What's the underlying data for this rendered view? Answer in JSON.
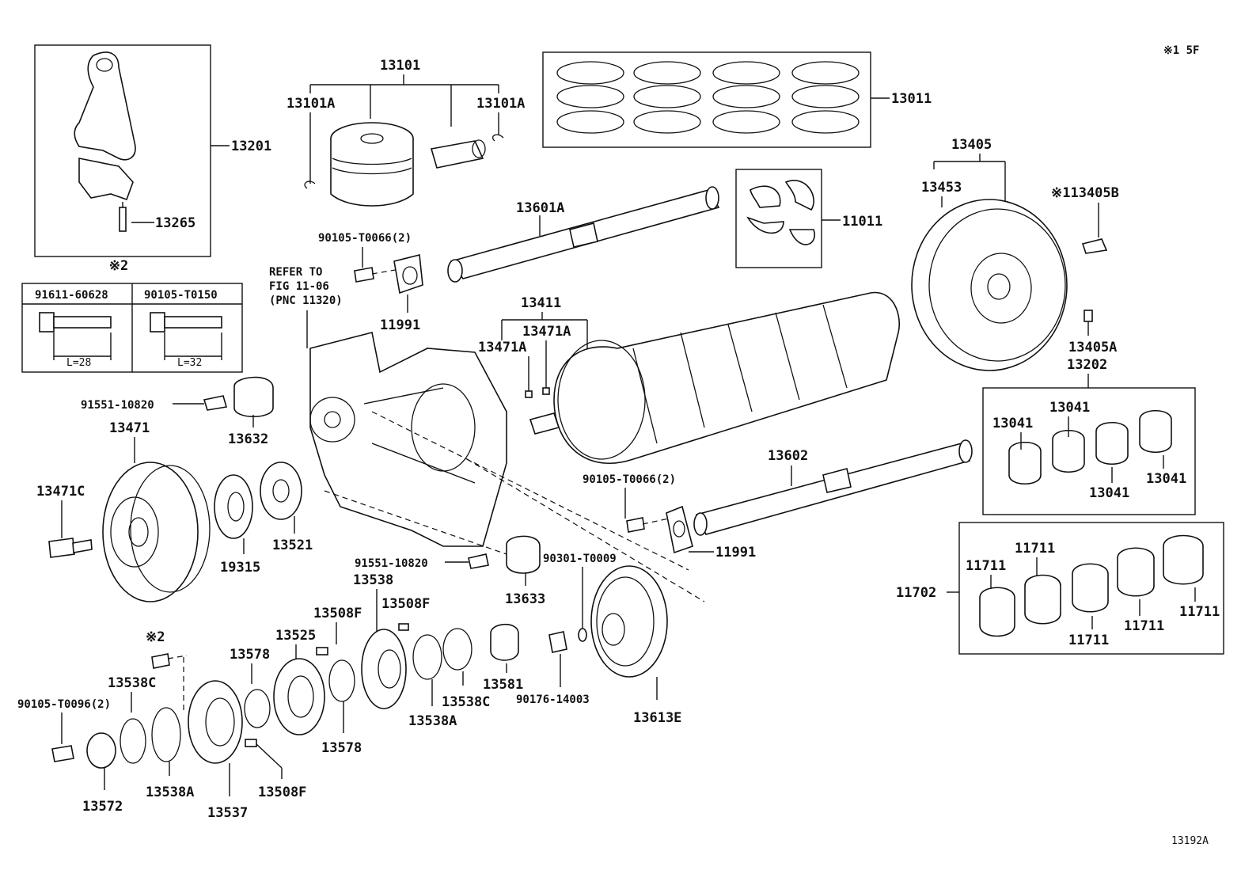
{
  "corner_code": "※1 5F",
  "figure_id": "13192A",
  "conrod_box": {
    "assembly": "13201",
    "bolt": "13265",
    "note": "※2",
    "table": {
      "col1_part": "91611-60628",
      "col2_part": "90105-T0150",
      "col1_len": "L=28",
      "col2_len": "L=32"
    }
  },
  "refer": {
    "line1": "REFER TO",
    "line2": "FIG 11-06",
    "line3": "(PNC 11320)"
  },
  "labels": {
    "p13101": "13101",
    "p13101A_left": "13101A",
    "p13101A_right": "13101A",
    "p13011": "13011",
    "p13405": "13405",
    "p13453": "13453",
    "p13405B": "※113405B",
    "p13601A": "13601A",
    "p11011": "11011",
    "p90105_top": "90105-T0066(2)",
    "p11991_top": "11991",
    "p13411": "13411",
    "p13471A_a": "13471A",
    "p13471A_b": "13471A",
    "p13405A": "13405A",
    "p13202": "13202",
    "p13041_a": "13041",
    "p13041_b": "13041",
    "p13041_c": "13041",
    "p13041_d": "13041",
    "p91551_top": "91551-10820",
    "p13632": "13632",
    "p13471": "13471",
    "p13471C": "13471C",
    "p19315": "19315",
    "p13521": "13521",
    "p13602": "13602",
    "p90105_mid": "90105-T0066(2)",
    "p11991_mid": "11991",
    "p11711_a": "11711",
    "p11711_b": "11711",
    "p11711_c": "11711",
    "p11711_d": "11711",
    "p11711_e": "11711",
    "p11702": "11702",
    "p91551_bot": "91551-10820",
    "p90301": "90301-T0009",
    "p13633": "13633",
    "p13538": "13538",
    "p13508F_a": "13508F",
    "p13508F_b": "13508F",
    "note2": "※2",
    "p13525": "13525",
    "p13578_a": "13578",
    "p13538C_a": "13538C",
    "p90105_T0096": "90105-T0096(2)",
    "p13581": "13581",
    "p13538C_b": "13538C",
    "p90176": "90176-14003",
    "p13613E": "13613E",
    "p13538A_a": "13538A",
    "p13578_b": "13578",
    "p13572": "13572",
    "p13538A_b": "13538A",
    "p13537": "13537",
    "p13508F_c": "13508F"
  }
}
